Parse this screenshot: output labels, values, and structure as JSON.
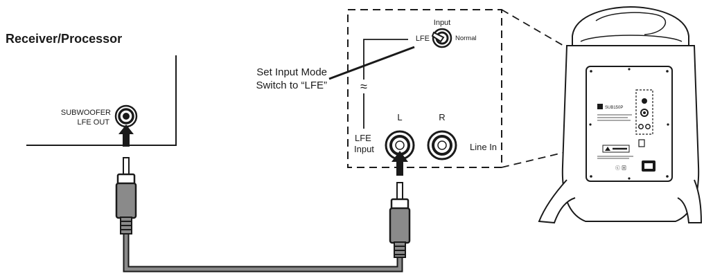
{
  "title": "Receiver/Processor",
  "receiver": {
    "jack_label_line1": "SUBWOOFER",
    "jack_label_line2": "LFE OUT"
  },
  "callout": {
    "line1": "Set Input Mode",
    "line2": "Switch to “LFE”"
  },
  "switch": {
    "title": "Input",
    "left_label": "LFE",
    "right_label": "Normal",
    "selected": "LFE"
  },
  "panel": {
    "lfe_label_line1": "LFE",
    "lfe_label_line2": "Input",
    "left_channel": "L",
    "right_channel": "R",
    "line_in": "Line In",
    "break_symbol": "≈"
  },
  "subwoofer": {
    "model_label": "SUB150P"
  },
  "colors": {
    "line": "#1a1a1a",
    "cable": "#8a8a8a",
    "plug_body": "#ffffff",
    "cabinet": "#ffffff"
  }
}
